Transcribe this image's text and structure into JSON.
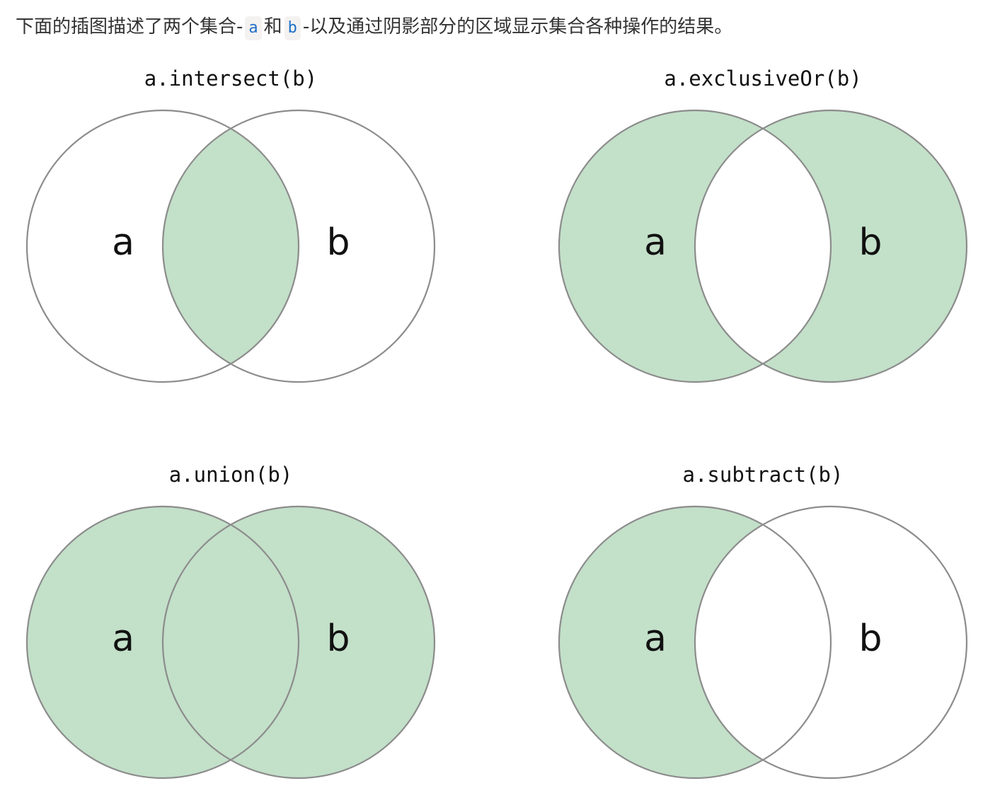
{
  "intro": {
    "prefix": "下面的插图描述了两个集合-",
    "set_a": "a",
    "conjunction": "和",
    "set_b": "b",
    "suffix": "-以及通过阴影部分的区域显示集合各种操作的结果。"
  },
  "colors": {
    "fill": "#c3e0c9",
    "stroke": "#8c8c8c"
  },
  "diagrams": [
    {
      "title": "a.intersect(b)",
      "label_a": "a",
      "label_b": "b",
      "shaded": "intersection"
    },
    {
      "title": "a.exclusiveOr(b)",
      "label_a": "a",
      "label_b": "b",
      "shaded": "symmetric-difference"
    },
    {
      "title": "a.union(b)",
      "label_a": "a",
      "label_b": "b",
      "shaded": "union"
    },
    {
      "title": "a.subtract(b)",
      "label_a": "a",
      "label_b": "b",
      "shaded": "difference"
    }
  ]
}
